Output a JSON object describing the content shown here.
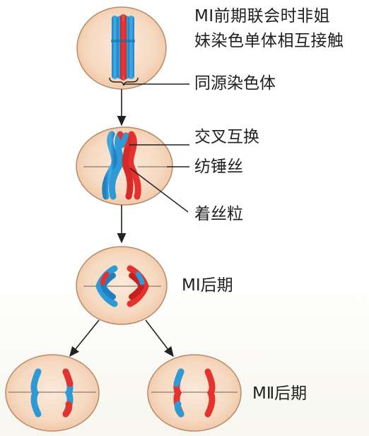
{
  "labels": {
    "mi_prophase_line1": "MⅠ前期联会时非姐",
    "mi_prophase_line2": "妹染色单体相互接触",
    "homologous_chromosomes": "同源染色体",
    "crossing_over": "交叉互换",
    "spindle_fiber": "纺锤丝",
    "centromere": "着丝粒",
    "mi_anaphase": "MⅠ后期",
    "mii_anaphase": "MⅡ后期"
  },
  "colors": {
    "cell_fill_center": "#f9e4d3",
    "cell_fill_edge": "#f0c9a8",
    "cell_stroke": "#b98a6a",
    "chromosome_blue": "#2d9ad6",
    "chromosome_red": "#e5322f",
    "spindle_line": "#8a7a70",
    "arrow": "#222222"
  }
}
